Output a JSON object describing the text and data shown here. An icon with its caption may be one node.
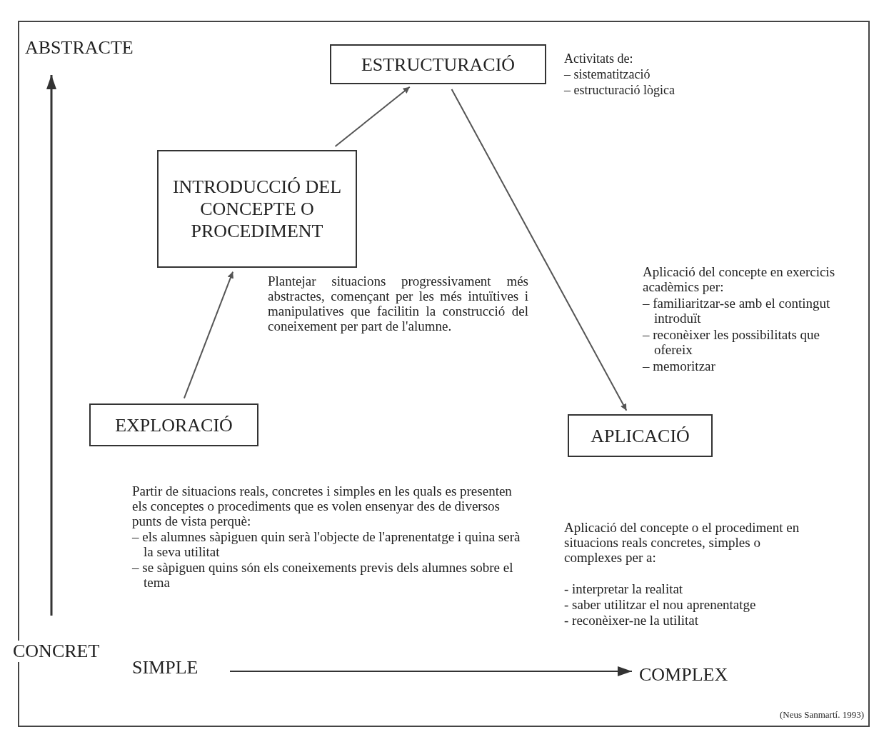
{
  "diagram": {
    "caption": "(Neus Sanmartí. 1993)",
    "nodes": [
      {
        "text": [
          "ESTRUCTURACIÓ"
        ]
      },
      {
        "text": [
          "INTRODUCCIÓ DEL CONCEPTE O PROCEDIMENT"
        ]
      },
      {
        "text": [
          "EXPLORACIÓ"
        ]
      },
      {
        "text": [
          "APLICACIÓ"
        ]
      }
    ],
    "edges": [
      {
        "from": 2,
        "to": 1,
        "arrow": "to"
      },
      {
        "from": 1,
        "to": 0,
        "arrow": "to"
      },
      {
        "from": 0,
        "to": 3,
        "arrow": "to"
      }
    ],
    "labels": [
      "ABSTRACTE",
      "Activitats de:",
      "– sistematització",
      "– estructuració lògica",
      "Plantejar situacions progressivament més abstractes, començant per les més intuïtives i manipulatives que facilitin la construcció del coneixement per part de l'alumne.",
      "Aplicació del concepte en exercicis acadèmics per:",
      "– familiaritzar-se amb el contingut introduït",
      "– reconèixer les possibilitats que ofereix",
      "– memoritzar",
      "Partir de situacions reals, concretes i simples en les quals es presenten els conceptes o procediments que es volen ensenyar des de diversos punts de vista perquè:",
      "– els alumnes sàpiguen quin serà l'objecte de l'aprenentatge i quina serà la seva utilitat",
      "– se sàpiguen quins són els coneixements previs dels alumnes sobre el tema",
      "Aplicació del concepte o el procediment en situacions reals concretes, simples o complexes per a:",
      "- interpretar la realitat",
      "- saber utilitzar el nou aprenentatge",
      "- reconèixer-ne la utilitat",
      "CONCRET",
      "SIMPLE",
      "COMPLEX"
    ]
  }
}
